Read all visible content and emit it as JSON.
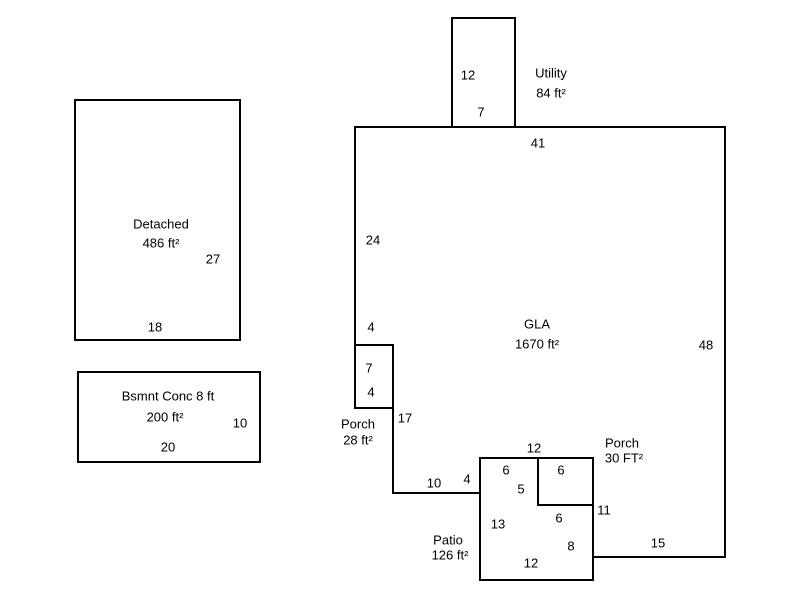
{
  "page": {
    "background": "#ffffff",
    "line_color": "#000000"
  },
  "detached": {
    "label": "Detached",
    "area": "486 ft²",
    "dim_right": "27",
    "dim_bottom": "18"
  },
  "basement": {
    "label": "Bsmnt Conc 8 ft",
    "area": "200 ft²",
    "dim_right": "10",
    "dim_bottom": "20"
  },
  "utility": {
    "label": "Utility",
    "area": "84 ft²",
    "dim_left": "12",
    "dim_bottom": "7"
  },
  "gla": {
    "label": "GLA",
    "area": "1670 ft²",
    "dim_top": "41",
    "dim_left": "24",
    "dim_right": "48",
    "dim_step_top": "4",
    "dim_left_lower": "17",
    "dim_bottom_left": "10",
    "dim_step_bottom": "4",
    "dim_patio_top": "12",
    "dim_right_lower": "11",
    "dim_bottom_right": "15"
  },
  "porch_left": {
    "label": "Porch",
    "area": "28 ft²",
    "dim_height": "7",
    "dim_width": "4"
  },
  "porch_right": {
    "label": "Porch",
    "area": "30 FT²",
    "dim_top": "6",
    "dim_left": "5",
    "dim_bottom": "6"
  },
  "patio": {
    "label": "Patio",
    "area": "126 ft²",
    "dim_top_left": "6",
    "dim_left": "13",
    "dim_right_lower": "8",
    "dim_bottom": "12"
  }
}
